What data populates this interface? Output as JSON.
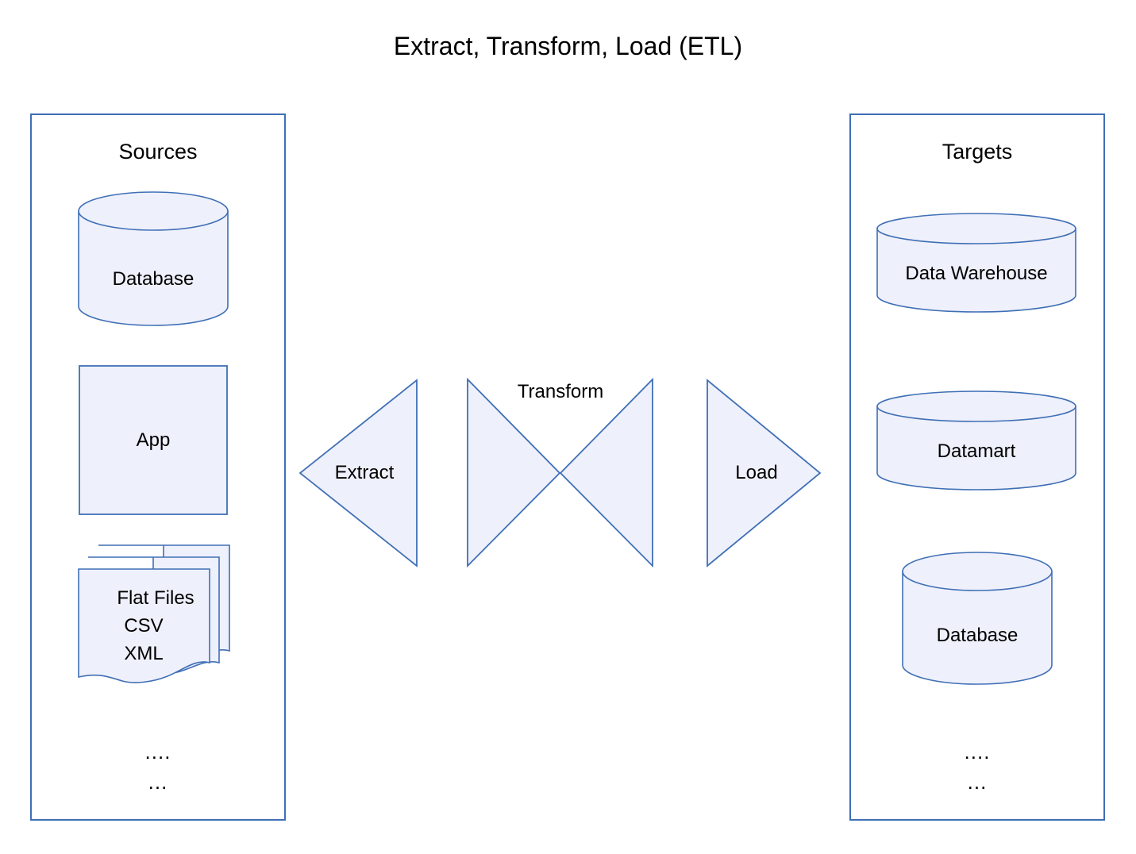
{
  "diagram": {
    "title": "Extract, Transform, Load (ETL)",
    "palette": {
      "stroke": "#3f6fb5",
      "fill": "#eef0fb",
      "text": "#000000",
      "background": "#ffffff"
    }
  },
  "sources": {
    "title": "Sources",
    "nodes": [
      {
        "label": "Database",
        "shape": "cylinder"
      },
      {
        "label": "App",
        "shape": "rectangle"
      },
      {
        "label": "Flat Files\nCSV\nXML",
        "line1": "Flat Files",
        "line2": "CSV",
        "line3": "XML",
        "shape": "stacked-documents"
      }
    ],
    "ellipsis_line1": "....",
    "ellipsis_line2": "..."
  },
  "flow": {
    "steps": [
      {
        "label": "Extract",
        "shape": "triangle-left"
      },
      {
        "label": "Transform",
        "shape": "hourglass"
      },
      {
        "label": "Load",
        "shape": "triangle-right"
      }
    ]
  },
  "targets": {
    "title": "Targets",
    "nodes": [
      {
        "label": "Data Warehouse",
        "shape": "cylinder-flat"
      },
      {
        "label": "Datamart",
        "shape": "cylinder-flat"
      },
      {
        "label": "Database",
        "shape": "cylinder"
      }
    ],
    "ellipsis_line1": "....",
    "ellipsis_line2": "..."
  }
}
